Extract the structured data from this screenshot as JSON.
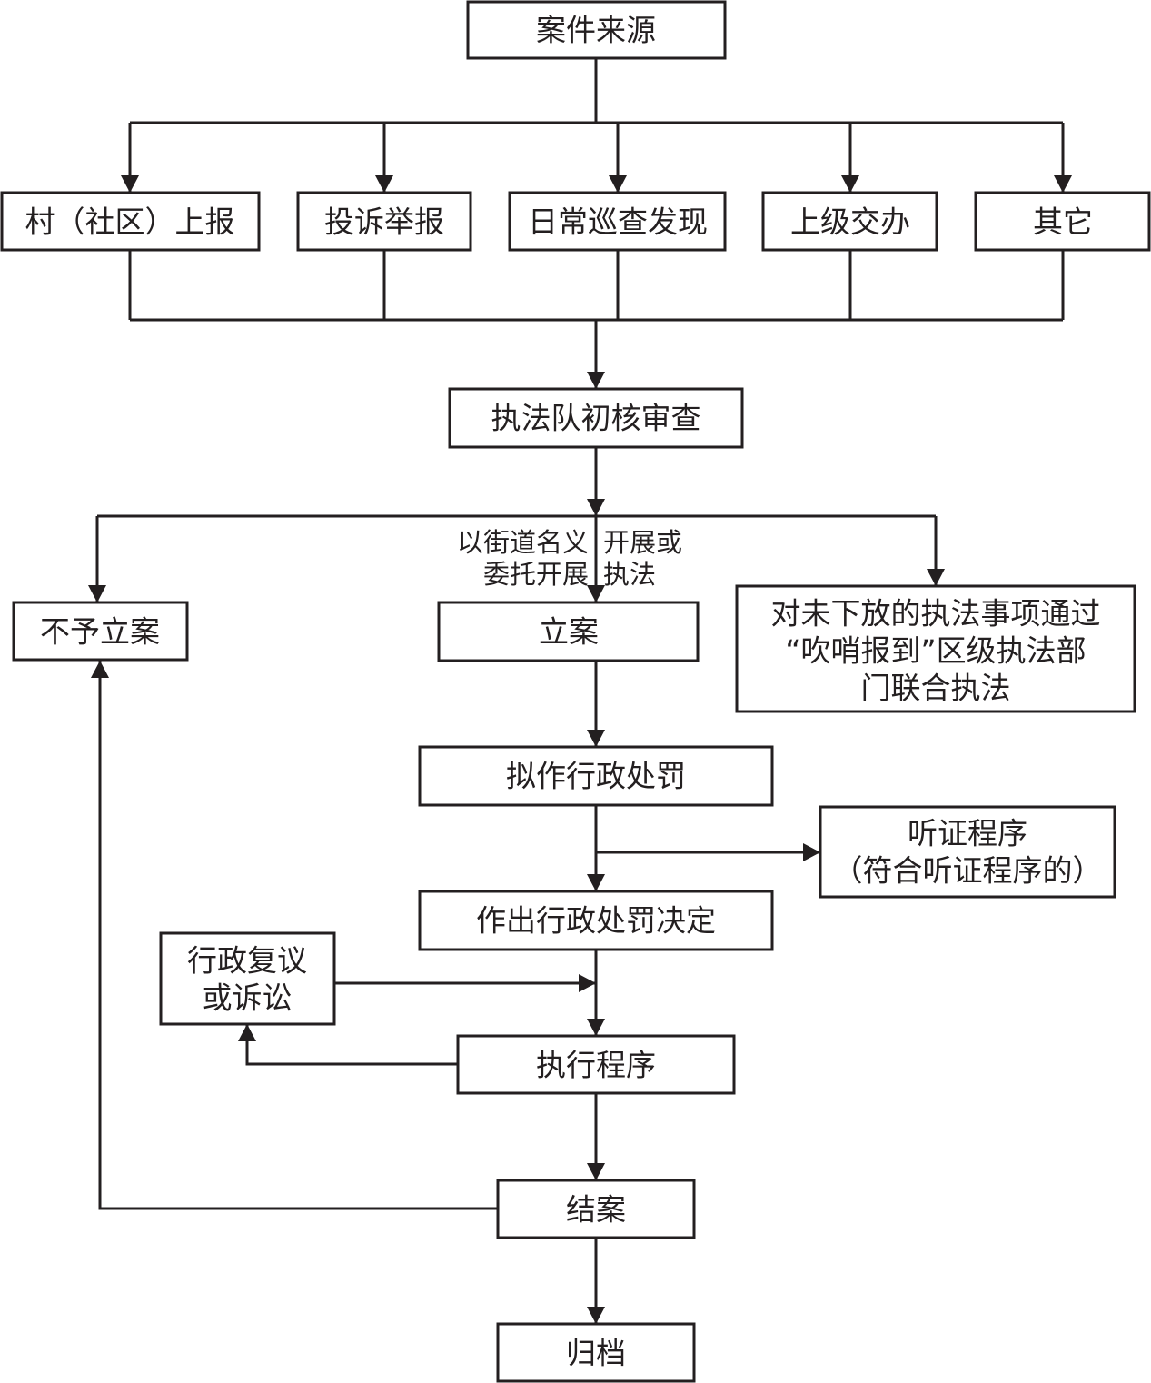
{
  "nodes": {
    "source": "案件来源",
    "village": "村（社区）上报",
    "complaint": "投诉举报",
    "patrol": "日常巡查发现",
    "superior": "上级交办",
    "other": "其它",
    "review": "执法队初核审查",
    "no_case": "不予立案",
    "file_case": "立案",
    "joint": [
      "对未下放的执法事项通过",
      "“吹哨报到”区级执法部",
      "门联合执法"
    ],
    "propose": "拟作行政处罚",
    "hearing": [
      "听证程序",
      "（符合听证程序的）"
    ],
    "decision": "作出行政处罚决定",
    "appeal": [
      "行政复议",
      "或诉讼"
    ],
    "execute": "执行程序",
    "close": "结案",
    "archive": "归档"
  },
  "edge_labels": {
    "left": [
      "以街道名义",
      "委托开展"
    ],
    "right": [
      "开展或",
      "执法"
    ]
  },
  "colors": {
    "stroke": "#231f20",
    "background": "#ffffff"
  }
}
